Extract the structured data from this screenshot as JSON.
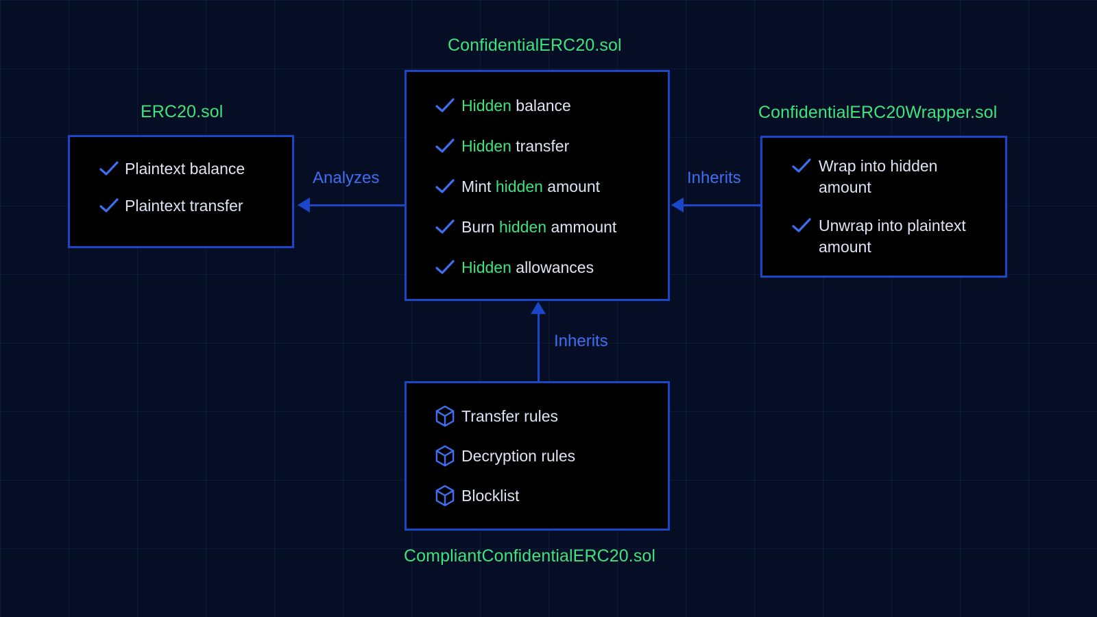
{
  "diagram": {
    "nodes": {
      "erc20": {
        "title": "ERC20.sol",
        "items": [
          {
            "icon": "check-icon",
            "pre": "",
            "hl": "",
            "post": "Plaintext balance"
          },
          {
            "icon": "check-icon",
            "pre": "",
            "hl": "",
            "post": "Plaintext transfer"
          }
        ]
      },
      "confidential": {
        "title": "ConfidentialERC20.sol",
        "items": [
          {
            "icon": "check-icon",
            "pre": "",
            "hl": "Hidden",
            "post": " balance"
          },
          {
            "icon": "check-icon",
            "pre": "",
            "hl": "Hidden",
            "post": " transfer"
          },
          {
            "icon": "check-icon",
            "pre": "Mint ",
            "hl": "hidden",
            "post": " amount"
          },
          {
            "icon": "check-icon",
            "pre": "Burn ",
            "hl": "hidden",
            "post": " ammount"
          },
          {
            "icon": "check-icon",
            "pre": "",
            "hl": "Hidden",
            "post": " allowances"
          }
        ]
      },
      "wrapper": {
        "title": "ConfidentialERC20Wrapper.sol",
        "items": [
          {
            "icon": "check-icon",
            "pre": "",
            "hl": "",
            "post": "Wrap into hidden amount"
          },
          {
            "icon": "check-icon",
            "pre": "",
            "hl": "",
            "post": "Unwrap into plaintext amount"
          }
        ]
      },
      "compliant": {
        "title": "CompliantConfidentialERC20.sol",
        "items": [
          {
            "icon": "cube-icon",
            "pre": "",
            "hl": "",
            "post": "Transfer rules"
          },
          {
            "icon": "cube-icon",
            "pre": "",
            "hl": "",
            "post": "Decryption rules"
          },
          {
            "icon": "cube-icon",
            "pre": "",
            "hl": "",
            "post": "Blocklist"
          }
        ]
      }
    },
    "edges": {
      "analyzes": {
        "label": "Analyzes"
      },
      "inherits_wrapper": {
        "label": "Inherits"
      },
      "inherits_compliant": {
        "label": "Inherits"
      }
    },
    "colors": {
      "background": "#050e24",
      "grid": "#2a4a8a",
      "box_fill": "#000000",
      "box_border": "#1a46c8",
      "title_green": "#3fe37d",
      "highlight_green": "#3fe37d",
      "body_text": "#dfe4f5",
      "edge_blue": "#1a46c8",
      "edge_label_blue": "#3f6ff0",
      "icon_blue": "#3f6ff0"
    }
  }
}
